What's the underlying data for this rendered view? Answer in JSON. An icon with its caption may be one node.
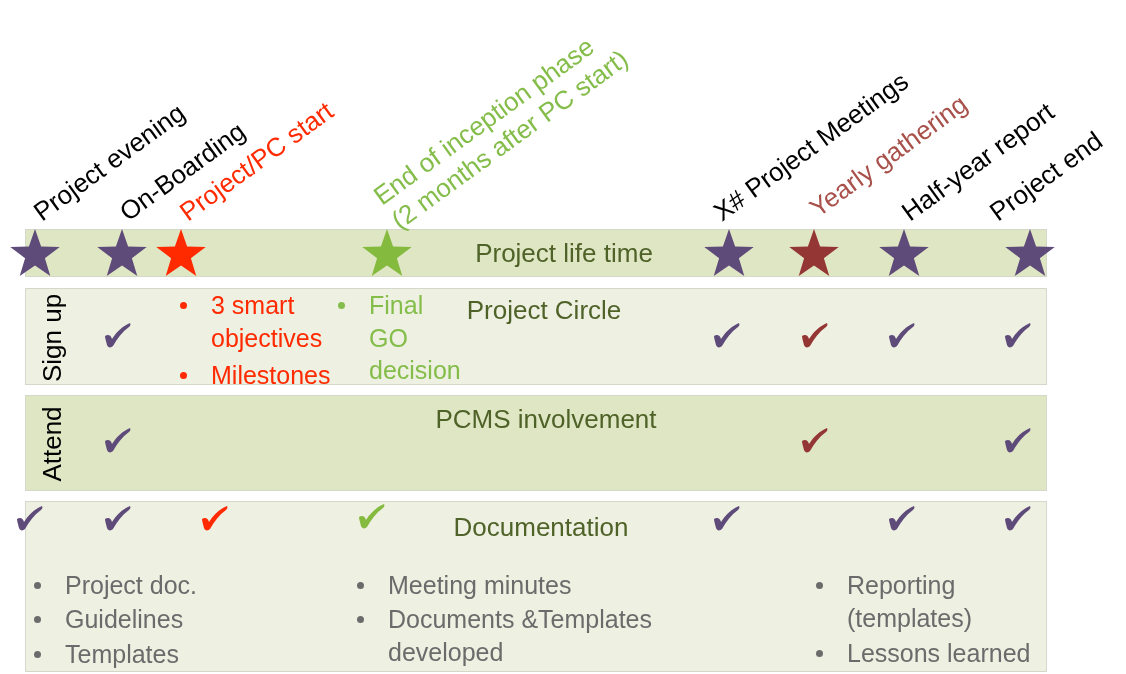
{
  "diagram": {
    "nodes": [
      {
        "text": [
          "Project life time"
        ]
      },
      {
        "text": [
          "Sign up",
          "3 smart objectives",
          "Milestones",
          "Final GO decision",
          "Project Circle"
        ]
      },
      {
        "text": [
          "Attend",
          "PCMS involvement"
        ]
      },
      {
        "text": [
          "Documentation",
          "Project doc.",
          "Guidelines",
          "Templates",
          "Meeting minutes",
          "Documents &Templates developed",
          "Reporting (templates)",
          "Lessons learned"
        ]
      }
    ],
    "labels": [
      "Project evening",
      "On-Boarding",
      "Project/PC start",
      "End of inception phase (2 months after PC start)",
      "X# Project Meetings",
      "Yearly gathering",
      "Half-year report",
      "Project end"
    ]
  }
}
